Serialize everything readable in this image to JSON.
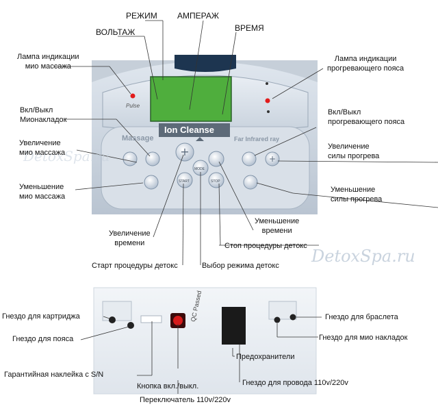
{
  "top_labels": {
    "mode": "РЕЖИМ",
    "amperage": "АМПЕРАЖ",
    "voltage": "ВОЛЬТАЖ",
    "time": "ВРЕМЯ"
  },
  "left_labels": {
    "myo_lamp": "Лампа индикации\nмио массажа",
    "myo_onoff": "Вкл/Выкл\nМионакладок",
    "myo_increase": "Увеличение\nмио массажа",
    "myo_decrease": "Уменьшение\nмио массажа"
  },
  "right_labels": {
    "belt_lamp": "Лампа индикации\nпрогревающего пояса",
    "belt_onoff": "Вкл/Выкл\nпрогревающего пояса",
    "heat_increase": "Увеличение\nсилы прогрева",
    "heat_decrease": "Уменьшение\nсилы прогрева"
  },
  "bottom_labels": {
    "time_increase": "Увеличение\nвремени",
    "time_decrease": "Уменьшение\nвремени",
    "stop_detox": "Стоп процедуры детокс",
    "start_detox": "Старт процедуры детокс",
    "mode_select": "Выбор режима детокс"
  },
  "device": {
    "brand": "Ion Cleanse",
    "massage": "Massage",
    "far_infrared": "Far Infrared ray",
    "pulse": "Pulse",
    "mode_btn": "MODE",
    "start_btn": "START",
    "stop_btn": "STOP"
  },
  "back_labels": {
    "cartridge_jack": "Гнездо для картриджа",
    "belt_jack": "Гнездо для пояса",
    "warranty": "Гарантийная наклейка с S/N",
    "power_button": "Кнопка вкл./выкл.",
    "switch": "Переключатель 110v/220v",
    "bracelet_jack": "Гнездо для браслета",
    "myo_pad_jack": "Гнездо для мио накладок",
    "fuses": "Предохранители",
    "power_socket": "Гнездо для провода 110v/220v",
    "qc_passed": "QC Passed"
  },
  "watermark": "DetoxSpa.ru"
}
